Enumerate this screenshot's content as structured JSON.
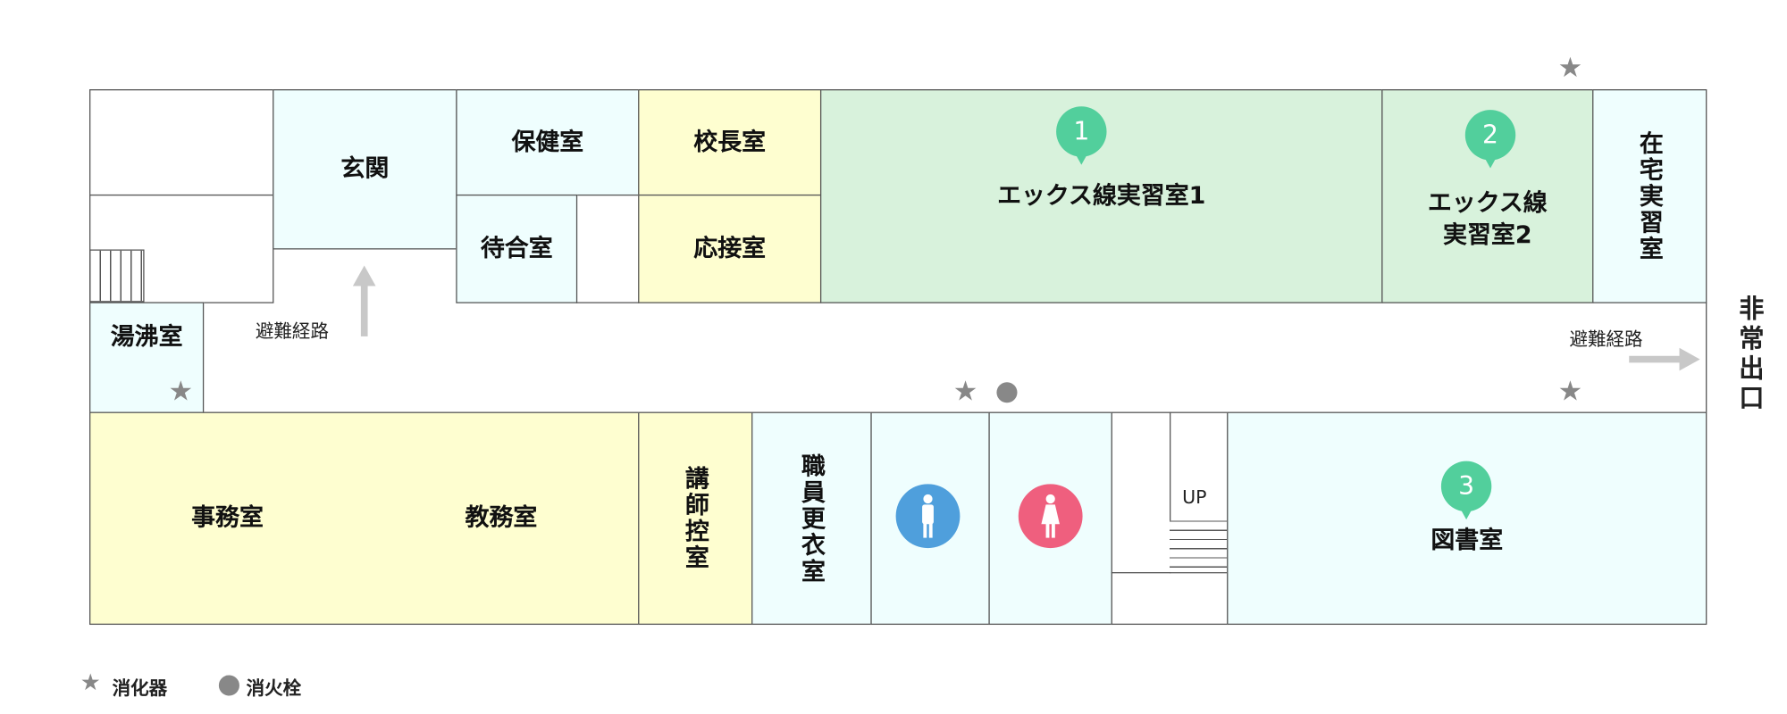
{
  "rooms": {
    "genkan": "玄関",
    "hokenshitsu": "保健室",
    "machiaishitsu": "待合室",
    "kochoshitsu": "校長室",
    "osetsushitsu": "応接室",
    "xray1": "エックス線実習室1",
    "xray2_line1": "エックス線",
    "xray2_line2": "実習室2",
    "zaitaku": "在宅実習室",
    "yuwakashi": "湯沸室",
    "jimushitsu": "事務室",
    "kyomushitsu": "教務室",
    "koshi": "講師控室",
    "koishitsu": "職員更衣室",
    "toshoshitsu": "図書室"
  },
  "pins": [
    "1",
    "2",
    "3"
  ],
  "stairs_label": "UP",
  "evacuation_route": "避難経路",
  "emergency_exit": "非常出口",
  "legend": {
    "extinguisher": "消化器",
    "hydrant": "消火栓"
  },
  "colors": {
    "pin": "#52cf9c",
    "male": "#4f9fdc",
    "female": "#ef5f7e",
    "marker": "#888888"
  }
}
